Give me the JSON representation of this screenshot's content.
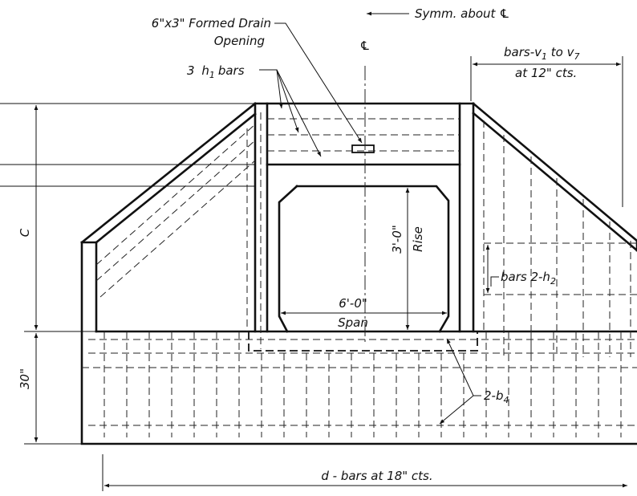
{
  "labels": {
    "symm": "Symm. about ℄",
    "cl_mark": "℄",
    "drain_line1": "6\"x3\" Formed Drain",
    "drain_line2": "Opening",
    "h1_bars_num": "3",
    "h1_bars_h": "h",
    "h1_bars_sub": "1",
    "h1_bars_word": "bars",
    "v_bars_a": "bars-v",
    "v_bars_sub1": "1",
    "v_bars_to": " to v",
    "v_bars_sub2": "7",
    "v_bars_spacing": "at 12\" cts.",
    "rise_dim": "3'-0\"",
    "rise": "Rise",
    "span_dim": "6'-0\"",
    "span": "Span",
    "h2_bars": "bars 2-h",
    "h2_sub": "2",
    "b4_bars": "2-b",
    "b4_sub": "4",
    "c_dim": "C",
    "footing_dim": "30\"",
    "d_bars": "d - bars at 18\" cts."
  }
}
